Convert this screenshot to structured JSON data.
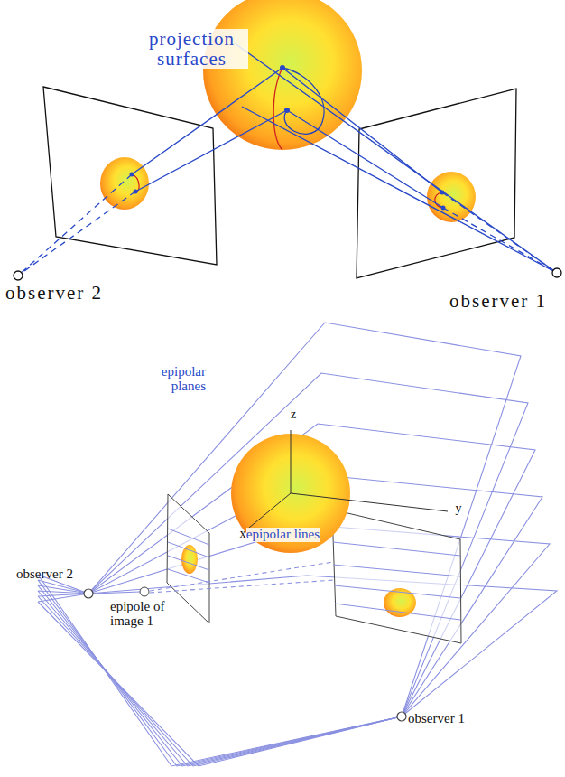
{
  "diagram": {
    "labels": [
      "projection surfaces",
      "observer 2",
      "observer 1",
      "epipolar planes",
      "z",
      "y",
      "x",
      "epipole of image 1",
      "epipolar lines",
      "observer 2",
      "observer 1"
    ]
  }
}
